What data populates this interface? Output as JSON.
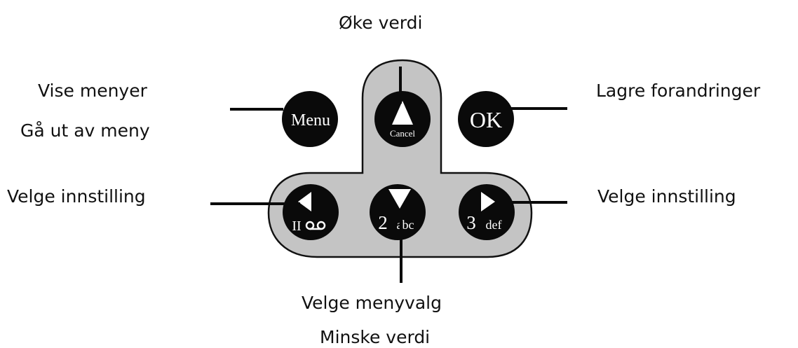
{
  "labels": {
    "increase_value": "Øke verdi",
    "show_menus": "Vise menyer",
    "exit_menu": "Gå ut av meny",
    "save_changes": "Lagre forandringer",
    "select_setting_left": "Velge innstilling",
    "select_setting_right": "Velge innstilling",
    "select_menu_option": "Velge menyvalg",
    "decrease_value": "Minske verdi"
  },
  "keys": {
    "menu": "Menu",
    "cancel": "Cancel",
    "ok": "OK",
    "left_sub": "II",
    "down_digit": "2",
    "down_letters": "abc",
    "right_digit": "3",
    "right_letters": "def"
  },
  "colors": {
    "panel_fill": "#c4c4c4",
    "key_fill": "#0a0a0a",
    "line": "#0a0a0a",
    "label_text": "#111111"
  },
  "icons": {
    "up": "triangle-up-icon",
    "down": "triangle-down-icon",
    "left": "triangle-left-icon",
    "right": "triangle-right-icon",
    "voicemail": "voicemail-icon"
  }
}
